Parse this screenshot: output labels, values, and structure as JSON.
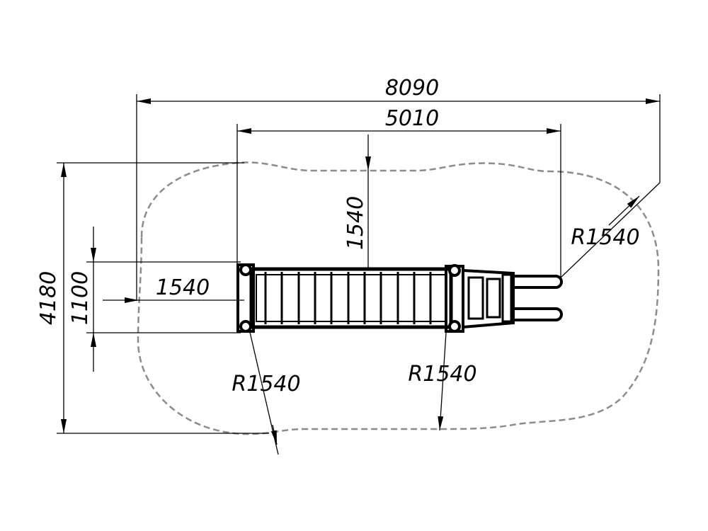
{
  "dimensions": {
    "overall_length": "8090",
    "equipment_length": "5010",
    "top_clearance": "1540",
    "overall_width": "4180",
    "equipment_width": "1100",
    "left_clearance": "1540",
    "radius_right": "R1540",
    "radius_bottom_left": "R1540",
    "radius_bottom_middle": "R1540"
  },
  "colors": {
    "line": "#000000",
    "safety_zone": "#8c8c8c"
  }
}
